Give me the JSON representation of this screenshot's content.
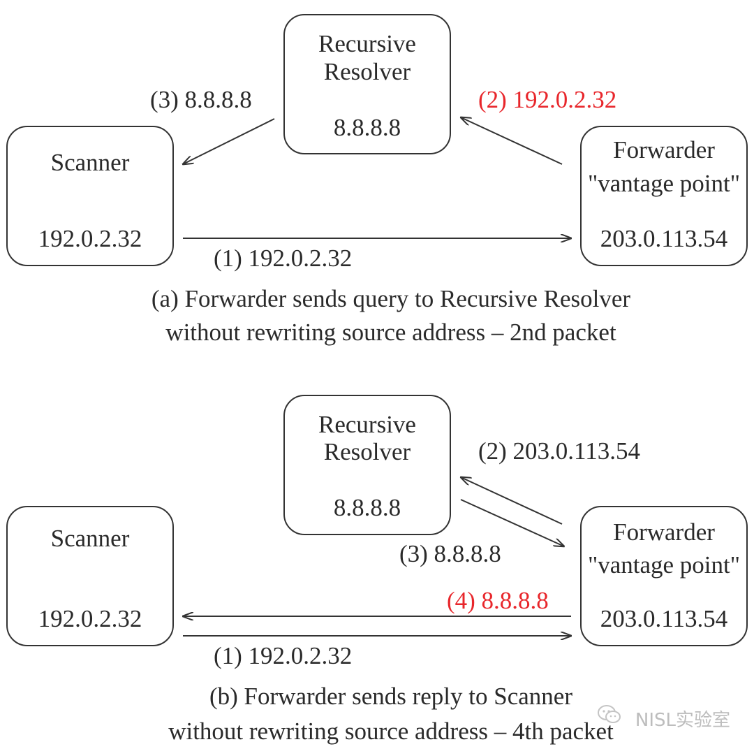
{
  "diagrams": [
    {
      "resolver": {
        "title_line1": "Recursive",
        "title_line2": "Resolver",
        "ip": "8.8.8.8"
      },
      "scanner": {
        "title": "Scanner",
        "ip": "192.0.2.32"
      },
      "forwarder": {
        "title_line1": "Forwarder",
        "title_line2": "\"vantage point\"",
        "ip": "203.0.113.54"
      },
      "arrows": [
        {
          "label": "(1) 192.0.2.32",
          "highlight": false
        },
        {
          "label": "(2) 192.0.2.32",
          "highlight": true
        },
        {
          "label": "(3) 8.8.8.8",
          "highlight": false
        }
      ],
      "caption_line1": "(a) Forwarder sends query to Recursive Resolver",
      "caption_line2": "without rewriting source address – 2nd packet"
    },
    {
      "resolver": {
        "title_line1": "Recursive",
        "title_line2": "Resolver",
        "ip": "8.8.8.8"
      },
      "scanner": {
        "title": "Scanner",
        "ip": "192.0.2.32"
      },
      "forwarder": {
        "title_line1": "Forwarder",
        "title_line2": "\"vantage point\"",
        "ip": "203.0.113.54"
      },
      "arrows": [
        {
          "label": "(1) 192.0.2.32",
          "highlight": false
        },
        {
          "label": "(2) 203.0.113.54",
          "highlight": false
        },
        {
          "label": "(3) 8.8.8.8",
          "highlight": false
        },
        {
          "label": "(4) 8.8.8.8",
          "highlight": true
        }
      ],
      "caption_line1": "(b) Forwarder sends reply to Scanner",
      "caption_line2": "without rewriting source address – 4th packet"
    }
  ],
  "colors": {
    "highlight": "#e8262b",
    "stroke": "#333333",
    "text": "#2a2a2a"
  },
  "watermark": {
    "icon": "wechat-icon",
    "text": "NISL实验室"
  }
}
